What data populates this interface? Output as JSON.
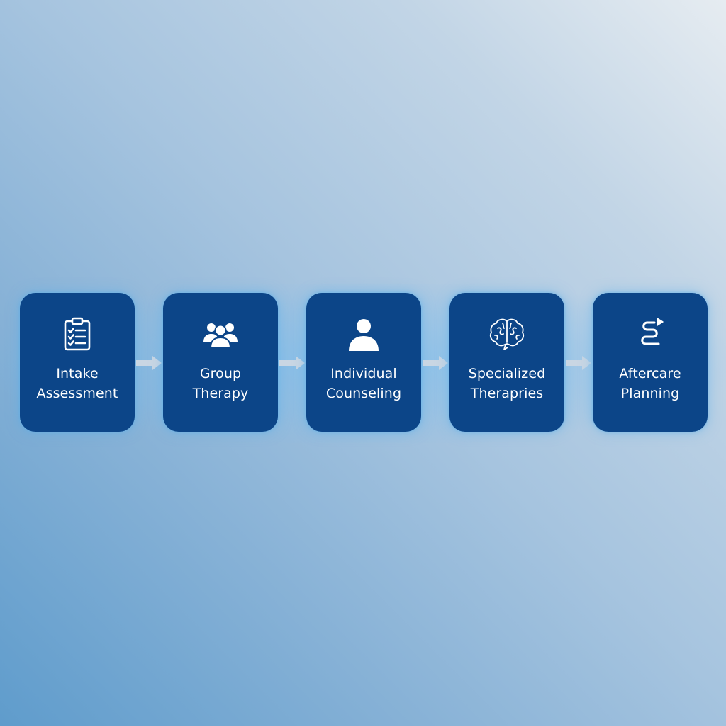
{
  "steps": [
    {
      "id": "intake",
      "line1": "Intake",
      "line2": "Assessment",
      "icon": "clipboard-checklist-icon"
    },
    {
      "id": "group",
      "line1": "Group",
      "line2": "Therapy",
      "icon": "group-people-icon"
    },
    {
      "id": "individual",
      "line1": "Individual",
      "line2": "Counseling",
      "icon": "person-icon"
    },
    {
      "id": "specialized",
      "line1": "Specialized",
      "line2": "Therapries",
      "icon": "brain-icon"
    },
    {
      "id": "aftercare",
      "line1": "Aftercare",
      "line2": "Planning",
      "icon": "winding-path-icon"
    }
  ],
  "colors": {
    "box": "#0c4588",
    "text": "#ffffff",
    "arrow": "#c9d6e3",
    "glow": "#78bef0"
  }
}
